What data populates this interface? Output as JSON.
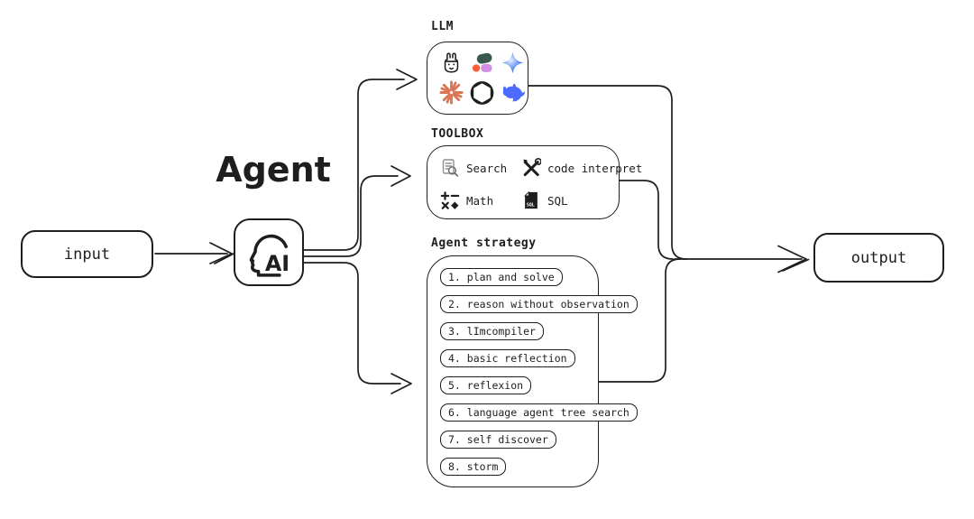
{
  "input": {
    "label": "input"
  },
  "output": {
    "label": "output"
  },
  "agent": {
    "title": "Agent",
    "icon_label": "AI"
  },
  "llm": {
    "title": "LLM",
    "icons": [
      "llama-icon",
      "cohere-icon",
      "gemini-icon",
      "claude-icon",
      "openai-icon",
      "deepseek-whale-icon"
    ]
  },
  "toolbox": {
    "title": "TOOLBOX",
    "tools": [
      {
        "label": "Search"
      },
      {
        "label": "code interpret"
      },
      {
        "label": "Math"
      },
      {
        "label": "SQL"
      }
    ]
  },
  "strategy": {
    "title": "Agent strategy",
    "items": [
      "1. plan and solve",
      "2. reason without observation",
      "3. lImcompiler",
      "4. basic reflection",
      "5. reflexion",
      "6. language agent tree search",
      "7. self discover",
      "8. storm"
    ]
  },
  "colors": {
    "line": "#1e1e1e",
    "claude_coral": "#DA7756",
    "deepseek_blue": "#4D6BFE",
    "gemini_blue": "#2356EE",
    "cohere_green": "#39594D",
    "cohere_orange": "#FF5C38",
    "cohere_lilac": "#D18EE2",
    "search_gray": "#8f8f8f",
    "sql_black": "#1e1e1e"
  }
}
